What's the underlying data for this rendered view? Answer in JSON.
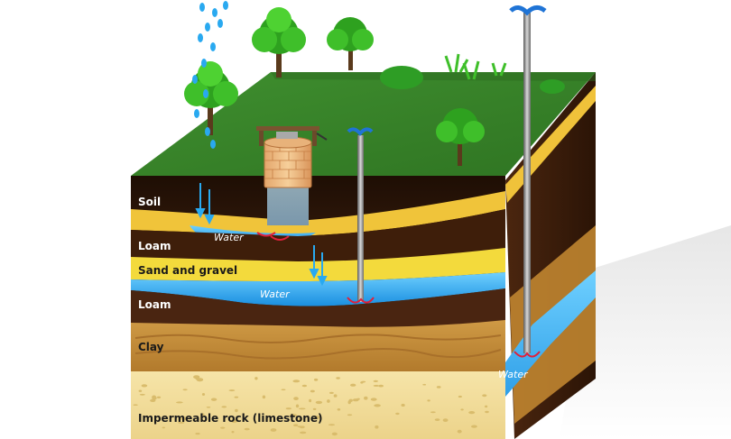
{
  "labels": {
    "soil": "Soil",
    "loam_upper": "Loam",
    "sand_gravel": "Sand and gravel",
    "loam_lower": "Loam",
    "clay": "Clay",
    "rock": "Impermeable rock (limestone)"
  },
  "water_labels": {
    "upper": "Water",
    "middle": "Water",
    "side": "Water"
  },
  "colors": {
    "grass": "#3f8a2c",
    "soil": "#6b3a1f",
    "soil_dark": "#2a1508",
    "loam": "#4a2510",
    "sand": "#f0d63a",
    "water": "#29a9f0",
    "clay": "#c58a35",
    "rock": "#f3dfa0"
  }
}
